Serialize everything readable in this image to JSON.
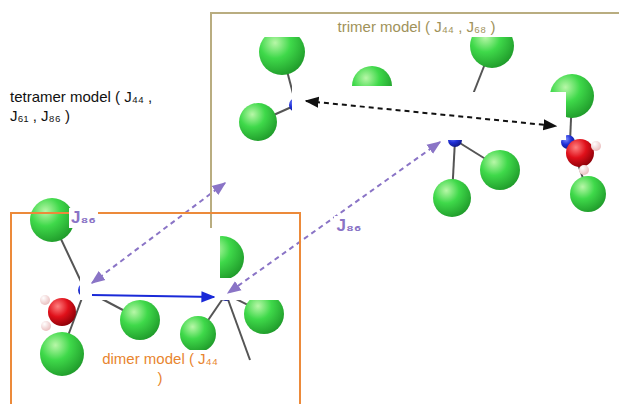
{
  "diagram": {
    "nodes": [
      {
        "text": [
          "trimer model ( J₄₄ , J₆₈ )"
        ]
      },
      {
        "text": [
          "dimer model ( J₄₄ )"
        ]
      }
    ],
    "edges": [
      {
        "from": 0,
        "to": 1,
        "arrow": "both",
        "label": "J₈₆"
      },
      {
        "from": 0,
        "to": 1,
        "arrow": "both",
        "label": "J₈₆"
      }
    ],
    "labels": [
      "tetramer model ( J₄₄ , J₆₁ , J₈₆ )"
    ]
  }
}
